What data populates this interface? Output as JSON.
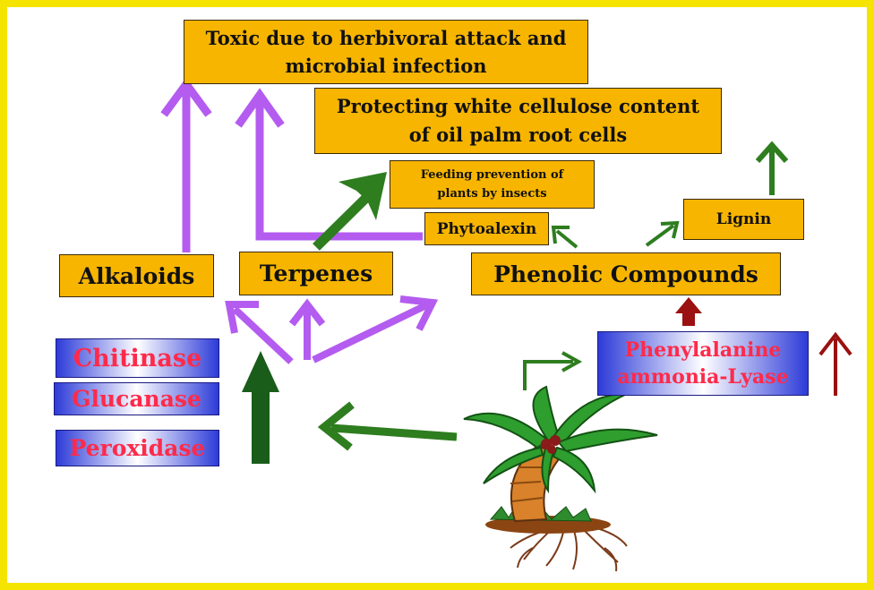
{
  "boxes": {
    "toxic": "Toxic due to herbivoral attack and microbial infection",
    "protecting": "Protecting white cellulose content of oil palm root cells",
    "feeding": "Feeding prevention of plants by insects",
    "phytoalexin": "Phytoalexin",
    "lignin": "Lignin",
    "alkaloids": "Alkaloids",
    "terpenes": "Terpenes",
    "phenolic": "Phenolic Compounds"
  },
  "enzymes": {
    "chitinase": "Chitinase",
    "glucanase": "Glucanase",
    "peroxidase": "Peroxidase",
    "pal": "Phenylalanine ammonia-Lyase"
  },
  "colors": {
    "box_fill": "#f7b500",
    "border_yellow": "#f5e400",
    "purple_arrow": "#b45cf0",
    "green_arrow": "#2e7d1f",
    "dark_green_arrow": "#1a5c1a",
    "dark_red_arrow": "#9b1010",
    "enzyme_text": "#ff2a4a",
    "enzyme_blue": "#2d3bd8"
  },
  "icons": [
    "oil-palm-tree-icon"
  ]
}
